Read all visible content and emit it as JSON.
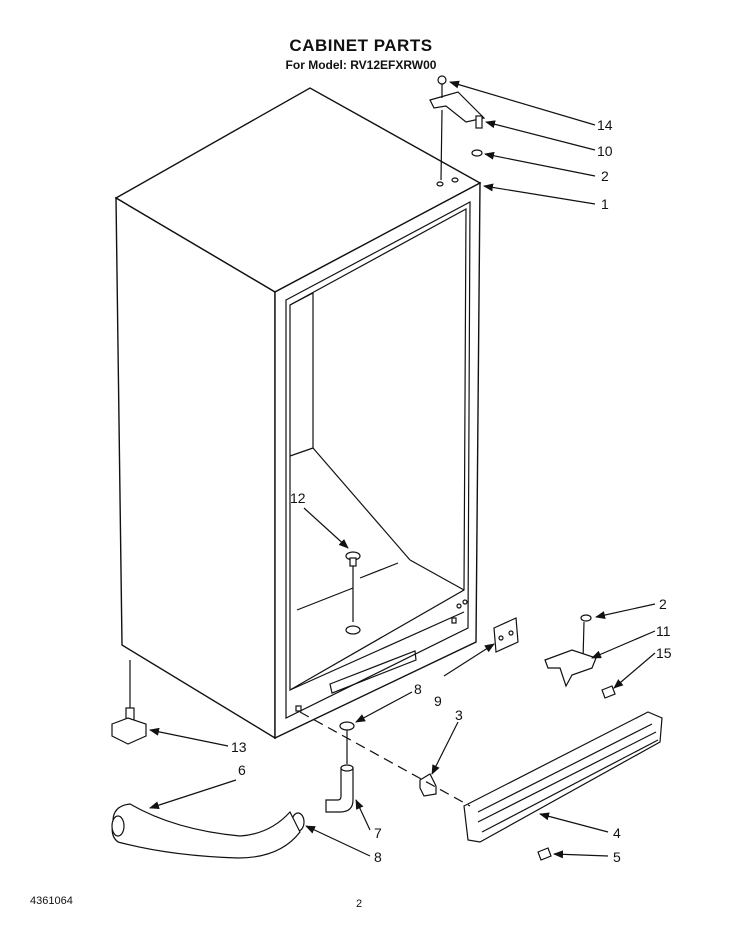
{
  "header": {
    "title": "CABINET PARTS",
    "subtitle": "For Model: RV12EFXRW00"
  },
  "footer": {
    "doc_number": "4361064",
    "page_number": "2"
  },
  "callouts": {
    "c14": "14",
    "c10": "10",
    "c2a": "2",
    "c1": "1",
    "c12": "12",
    "c2b": "2",
    "c11": "11",
    "c15": "15",
    "c9": "9",
    "c8a": "8",
    "c3": "3",
    "c13": "13",
    "c6": "6",
    "c4": "4",
    "c7": "7",
    "c8b": "8",
    "c5": "5"
  }
}
